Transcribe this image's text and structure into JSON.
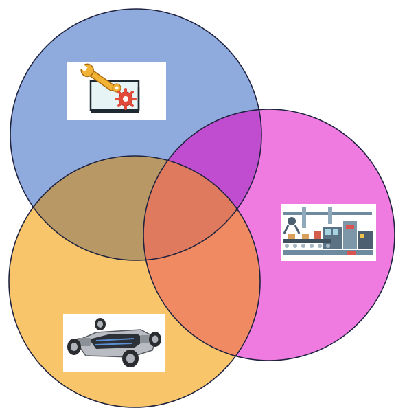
{
  "diagram": {
    "type": "venn",
    "circles": [
      {
        "id": "top",
        "color": "#8faadc",
        "icon": "wrench-gear-monitor-icon"
      },
      {
        "id": "right",
        "color": "#f07be0",
        "icon": "factory-assembly-line-icon"
      },
      {
        "id": "bottom",
        "color": "#f9c56a",
        "icon": "ev-chassis-icon"
      }
    ],
    "outline_color": "#1f2340"
  }
}
